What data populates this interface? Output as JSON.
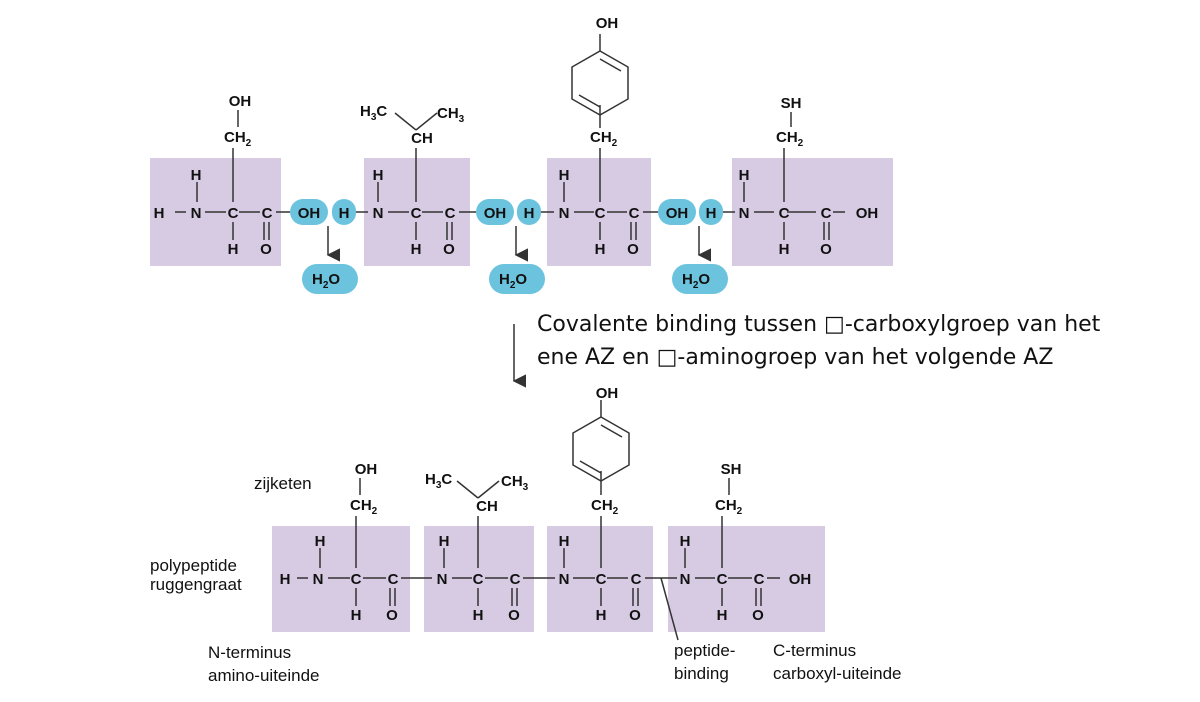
{
  "caption": {
    "line1": "Covalente binding tussen □-carboxylgroep van het",
    "line2": "ene AZ en □-aminogroep van het volgende AZ"
  },
  "labels": {
    "side_chain": "zijketen",
    "backbone_1": "polypeptide",
    "backbone_2": "ruggengraat",
    "n_term_1": "N-terminus",
    "n_term_2": "amino-uiteinde",
    "peptide_1": "peptide-",
    "peptide_2": "binding",
    "c_term_1": "C-terminus",
    "c_term_2": "carboxyl-uiteinde"
  },
  "atoms": {
    "H": "H",
    "N": "N",
    "C": "C",
    "O": "O",
    "OH": "OH",
    "SH": "SH",
    "CH": "CH",
    "H_": "H",
    "CH3_C": "CH",
    "CH3_n": "3",
    "H3_H": "H",
    "H3_n": "3",
    "H3_C": "C",
    "CH2_C": "CH",
    "CH2_n": "2",
    "H2O_H": "H",
    "H2O_n": "2",
    "H2O_O": "O"
  },
  "colors": {
    "residue_box": "#d6cbe2",
    "water_highlight": "#6cc3de",
    "bond": "#333333"
  }
}
